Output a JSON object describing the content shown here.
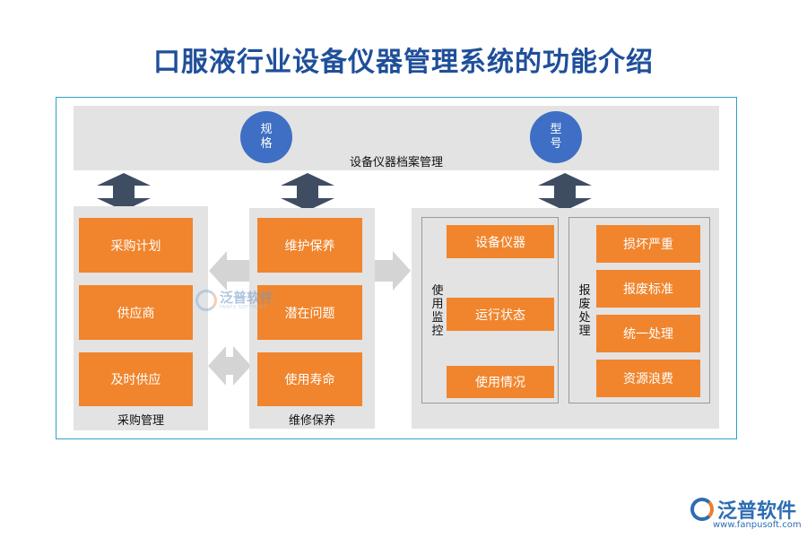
{
  "title": "口服液行业设备仪器管理系统的功能介绍",
  "archive": {
    "label": "设备仪器档案管理",
    "circle_left": "规\n格",
    "circle_right": "型\n号"
  },
  "procurement": {
    "label": "采购管理",
    "items": [
      "采购计划",
      "供应商",
      "及时供应"
    ]
  },
  "maintenance": {
    "label": "维修保养",
    "items": [
      "维护保养",
      "潜在问题",
      "使用寿命"
    ]
  },
  "usage_monitor": {
    "label": "使用监控",
    "items": [
      "设备仪器",
      "运行状态",
      "使用情况"
    ]
  },
  "scrap": {
    "label": "报废处理",
    "items": [
      "损坏严重",
      "报废标准",
      "统一处理",
      "资源浪费"
    ]
  },
  "watermark": {
    "name": "泛普软件",
    "sub": "FANPU SOFTWARE"
  },
  "brand": {
    "name": "泛普软件",
    "url": "www.fanpusoft.com"
  },
  "colors": {
    "title": "#1f4f9a",
    "box": "#f0852d",
    "panel": "#e3e3e3",
    "circle": "#3e6fc4",
    "arrow_dark": "#3f4d63",
    "arrow_light": "#d4d4d4",
    "frame": "#2aa3c9"
  }
}
